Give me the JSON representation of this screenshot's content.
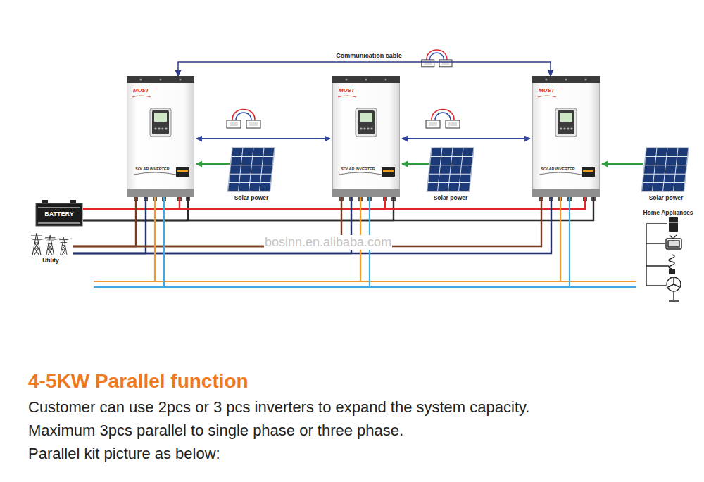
{
  "diagram": {
    "title": "4-5KW Parallel function",
    "nodes": [
      {
        "text": [
          "MUST",
          "SOLAR INVERTER"
        ]
      },
      {
        "text": [
          "MUST",
          "SOLAR INVERTER"
        ]
      },
      {
        "text": [
          "MUST",
          "SOLAR INVERTER"
        ]
      },
      {
        "text": [
          "Solar power"
        ]
      },
      {
        "text": [
          "Solar power"
        ]
      },
      {
        "text": [
          "Solar power"
        ]
      },
      {
        "text": [
          "BATTERY"
        ]
      },
      {
        "text": [
          "Utility"
        ]
      },
      {
        "text": [
          "Home Appliances"
        ]
      }
    ],
    "edges": [
      {
        "from": 0,
        "to": 2,
        "arrow": "both",
        "label": "Communication cable"
      },
      {
        "from": 0,
        "to": 1,
        "arrow": "both"
      },
      {
        "from": 1,
        "to": 2,
        "arrow": "both"
      },
      {
        "from": 3,
        "to": 0,
        "arrow": "to"
      },
      {
        "from": 4,
        "to": 1,
        "arrow": "to"
      },
      {
        "from": 5,
        "to": 2,
        "arrow": "to"
      },
      {
        "from": 6,
        "to": 0,
        "arrow": "none"
      },
      {
        "from": 6,
        "to": 1,
        "arrow": "none"
      },
      {
        "from": 6,
        "to": 2,
        "arrow": "none"
      },
      {
        "from": 7,
        "to": 0,
        "arrow": "none"
      },
      {
        "from": 7,
        "to": 1,
        "arrow": "none"
      },
      {
        "from": 7,
        "to": 2,
        "arrow": "none"
      },
      {
        "from": 0,
        "to": 8,
        "arrow": "none"
      },
      {
        "from": 1,
        "to": 8,
        "arrow": "none"
      },
      {
        "from": 2,
        "to": 8,
        "arrow": "none"
      }
    ],
    "labels": [
      "bosinn.en.alibaba.com",
      "Customer can use 2pcs or 3 pcs inverters to expand the system capacity.",
      "Maximum 3pcs parallel to single phase or three phase.",
      "Parallel kit picture as below:"
    ]
  }
}
